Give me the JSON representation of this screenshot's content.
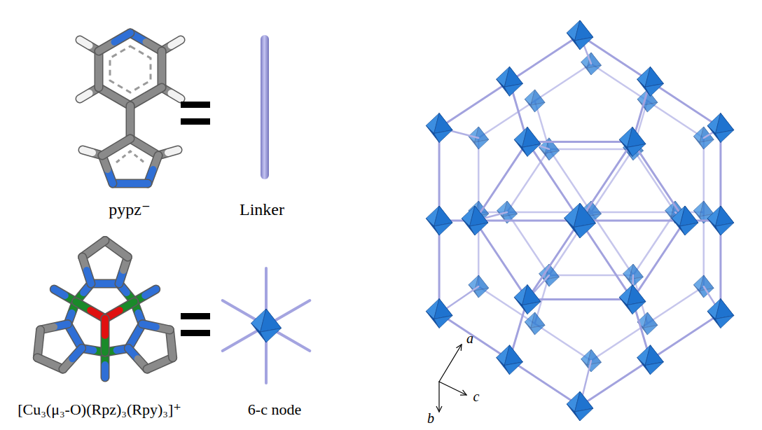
{
  "diagram": {
    "labels": [
      "pypz⁻",
      "Linker",
      "[Cu₃(μ₃-O)(Rpz)₃(Rpy)₃]⁺",
      "6-c node",
      "a",
      "c",
      "b"
    ]
  }
}
